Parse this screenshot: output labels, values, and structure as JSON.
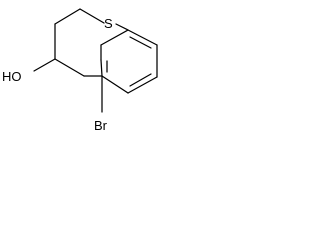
{
  "atoms": {
    "sulfur": "S",
    "hydroxyl": "HO",
    "bromine": "Br"
  },
  "colors": {
    "bond": "#000000",
    "label": "#000000",
    "background": "#ffffff"
  }
}
